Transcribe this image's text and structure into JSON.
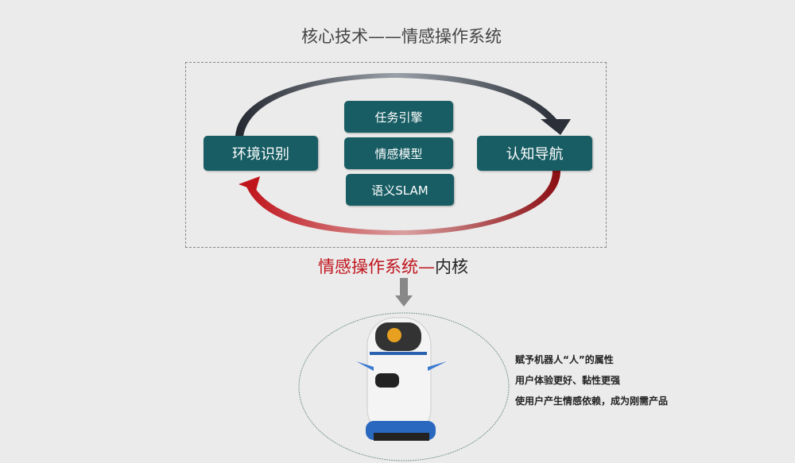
{
  "title": "核心技术——情感操作系统",
  "cycle": {
    "left": "环境识别",
    "right": "认知导航",
    "middle": [
      "任务引擎",
      "情感模型",
      "语义SLAM"
    ]
  },
  "subtitle": {
    "red": "情感操作系统—",
    "black": "内核"
  },
  "features": [
    "赋予机器人“人”的属性",
    "用户体验更好、黏性更强",
    "使用户产生情感依赖，成为刚需产品"
  ],
  "colors": {
    "teal": "#175d63",
    "red": "#c0141c",
    "dark": "#2a2f38"
  }
}
